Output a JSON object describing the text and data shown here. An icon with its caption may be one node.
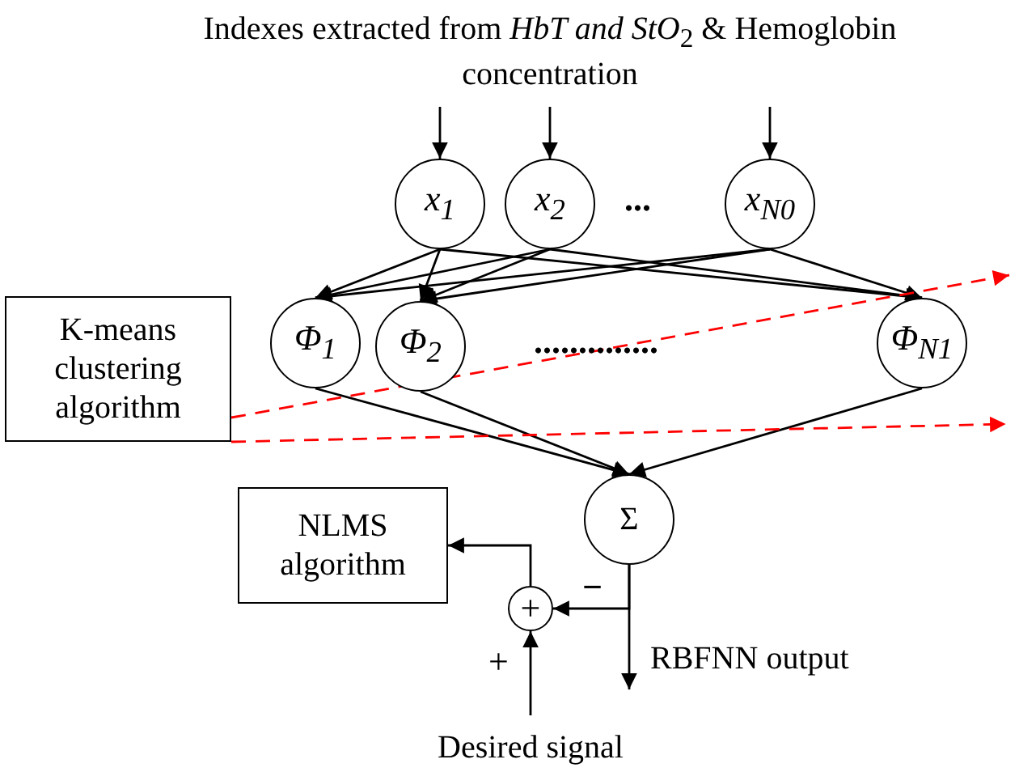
{
  "diagram": {
    "nodes": [
      {
        "text": [
          "Indexes extracted from *HbT and StO*$_{2}$ & Hemoglobin concentration"
        ]
      },
      {
        "text": [
          "x$_{1}$"
        ]
      },
      {
        "text": [
          "x$_{2}$"
        ]
      },
      {
        "text": [
          "x$_{N0}$"
        ]
      },
      {
        "text": [
          "Φ$_{1}$"
        ]
      },
      {
        "text": [
          "Φ$_{2}$"
        ]
      },
      {
        "text": [
          "Φ$_{N1}$"
        ]
      },
      {
        "text": [
          "K-means clustering algorithm"
        ]
      },
      {
        "text": [
          "Σ"
        ]
      },
      {
        "text": [
          "NLMS algorithm"
        ]
      },
      {
        "text": [
          "+"
        ]
      },
      {
        "text": [
          "RBFNN output"
        ]
      },
      {
        "text": [
          "Desired signal"
        ]
      }
    ],
    "edges": [
      {
        "from": 0,
        "to": 1,
        "arrow": "to"
      },
      {
        "from": 0,
        "to": 2,
        "arrow": "to"
      },
      {
        "from": 0,
        "to": 3,
        "arrow": "to"
      },
      {
        "from": 1,
        "to": 4,
        "arrow": "to"
      },
      {
        "from": 1,
        "to": 5,
        "arrow": "to"
      },
      {
        "from": 1,
        "to": 6,
        "arrow": "to"
      },
      {
        "from": 2,
        "to": 4,
        "arrow": "to"
      },
      {
        "from": 2,
        "to": 5,
        "arrow": "to"
      },
      {
        "from": 2,
        "to": 6,
        "arrow": "to"
      },
      {
        "from": 3,
        "to": 4,
        "arrow": "to"
      },
      {
        "from": 3,
        "to": 5,
        "arrow": "to"
      },
      {
        "from": 3,
        "to": 6,
        "arrow": "to"
      },
      {
        "from": 4,
        "to": 8,
        "arrow": "to"
      },
      {
        "from": 5,
        "to": 8,
        "arrow": "to"
      },
      {
        "from": 6,
        "to": 8,
        "arrow": "to"
      },
      {
        "from": 7,
        "to": null,
        "arrow": "to",
        "style": "dashed",
        "color": "#ff0000"
      },
      {
        "from": 7,
        "to": null,
        "arrow": "to",
        "style": "dashed",
        "color": "#ff0000"
      },
      {
        "from": 8,
        "to": 10,
        "arrow": "to"
      },
      {
        "from": 8,
        "to": 11,
        "arrow": "to"
      },
      {
        "from": 12,
        "to": 10,
        "arrow": "to"
      },
      {
        "from": 10,
        "to": 9,
        "arrow": "to"
      }
    ],
    "labels": [
      "...",
      "..............",
      "−",
      "+"
    ]
  }
}
